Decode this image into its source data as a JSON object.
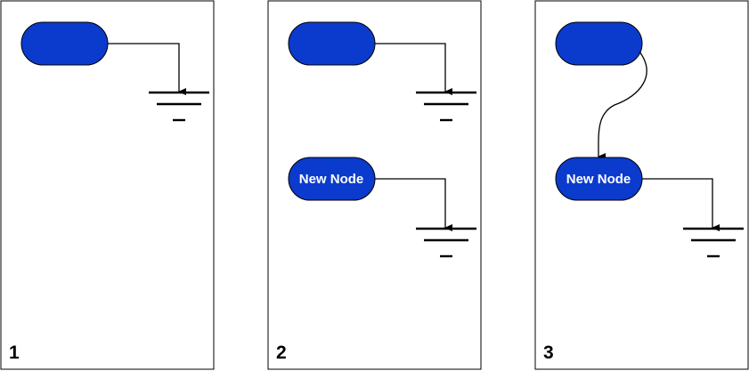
{
  "panels": [
    {
      "number": "1",
      "nodes": [
        {
          "label": ""
        }
      ]
    },
    {
      "number": "2",
      "nodes": [
        {
          "label": ""
        },
        {
          "label": "New Node"
        }
      ]
    },
    {
      "number": "3",
      "nodes": [
        {
          "label": ""
        },
        {
          "label": "New Node"
        }
      ]
    }
  ],
  "colors": {
    "node_fill": "#0b3bcc",
    "node_text": "#ffffff",
    "line": "#000000"
  },
  "icons": {
    "terminal": "ground-symbol-icon"
  }
}
